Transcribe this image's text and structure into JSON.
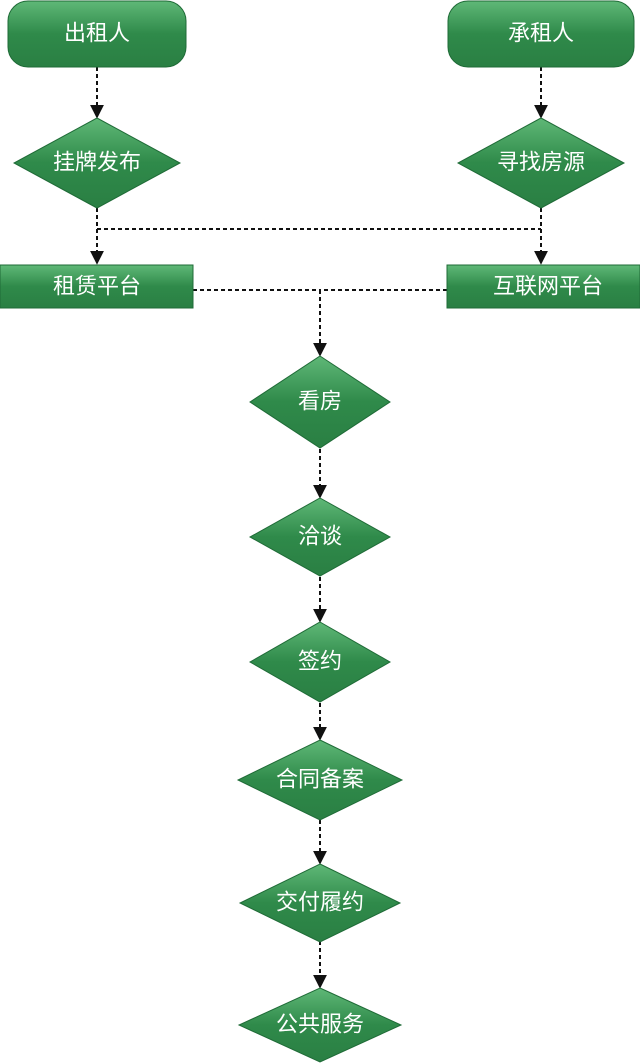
{
  "diagram": {
    "colors": {
      "node_fill": "#2f8a4a",
      "node_fill_light": "#56b06e",
      "node_stroke": "#1f6b37",
      "text": "#ffffff",
      "edge": "#111111"
    },
    "nodes": {
      "lessor": "出租人",
      "lessee": "承租人",
      "list_publish": "挂牌发布",
      "find_source": "寻找房源",
      "rental_platform": "租赁平台",
      "internet_platform": "互联网平台",
      "view_house": "看房",
      "negotiate": "洽谈",
      "sign": "签约",
      "contract_filing": "合同备案",
      "delivery": "交付履约",
      "public_service": "公共服务"
    }
  }
}
